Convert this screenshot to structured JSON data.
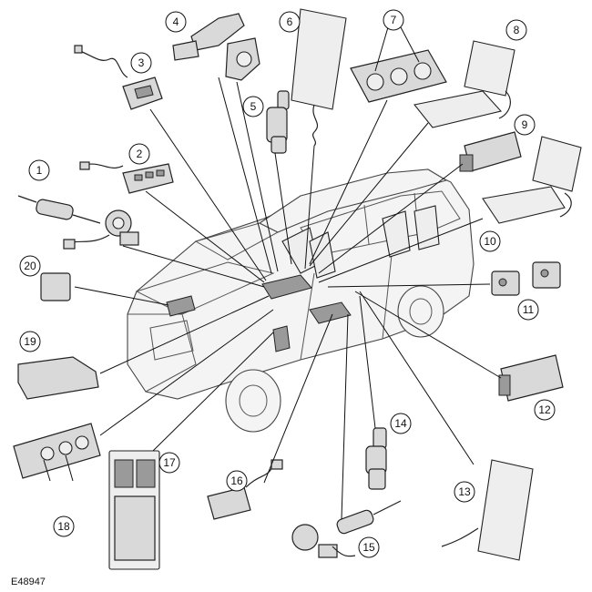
{
  "figure": {
    "reference_code": "E48947",
    "callouts": [
      {
        "id": 1,
        "label": "1"
      },
      {
        "id": 2,
        "label": "2"
      },
      {
        "id": 3,
        "label": "3"
      },
      {
        "id": 4,
        "label": "4"
      },
      {
        "id": 5,
        "label": "5"
      },
      {
        "id": 6,
        "label": "6"
      },
      {
        "id": 7,
        "label": "7"
      },
      {
        "id": 8,
        "label": "8"
      },
      {
        "id": 9,
        "label": "9"
      },
      {
        "id": 10,
        "label": "10"
      },
      {
        "id": 11,
        "label": "11"
      },
      {
        "id": 12,
        "label": "12"
      },
      {
        "id": 13,
        "label": "13"
      },
      {
        "id": 14,
        "label": "14"
      },
      {
        "id": 15,
        "label": "15"
      },
      {
        "id": 16,
        "label": "16"
      },
      {
        "id": 17,
        "label": "17"
      },
      {
        "id": 18,
        "label": "18"
      },
      {
        "id": 19,
        "label": "19"
      },
      {
        "id": 20,
        "label": "20"
      }
    ]
  }
}
